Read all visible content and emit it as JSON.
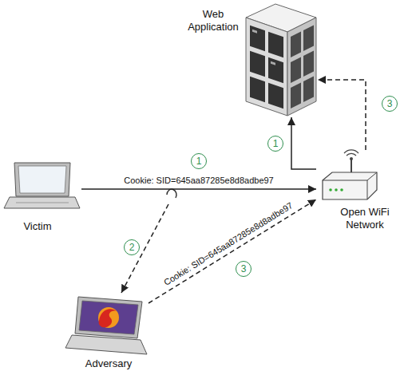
{
  "diagram": {
    "nodes": [
      {
        "text": [
          "Web Application"
        ]
      },
      {
        "text": [
          "Victim"
        ]
      },
      {
        "text": [
          "Open WiFi Network"
        ]
      },
      {
        "text": [
          "Adversary"
        ]
      }
    ],
    "edges": [
      {
        "from": 1,
        "to": 2,
        "arrow": "to",
        "label": "Cookie: SID=645aa87285e8d8adbe97"
      },
      {
        "from": 2,
        "to": 0,
        "arrow": "to"
      },
      {
        "from": 3,
        "to": 2,
        "arrow": "to",
        "label": "Cookie: SID=645aa87285e8d8adbe97"
      },
      {
        "from": 2,
        "to": 0,
        "arrow": "to"
      }
    ],
    "labels": [
      "1",
      "1",
      "2",
      "3",
      "3"
    ]
  }
}
